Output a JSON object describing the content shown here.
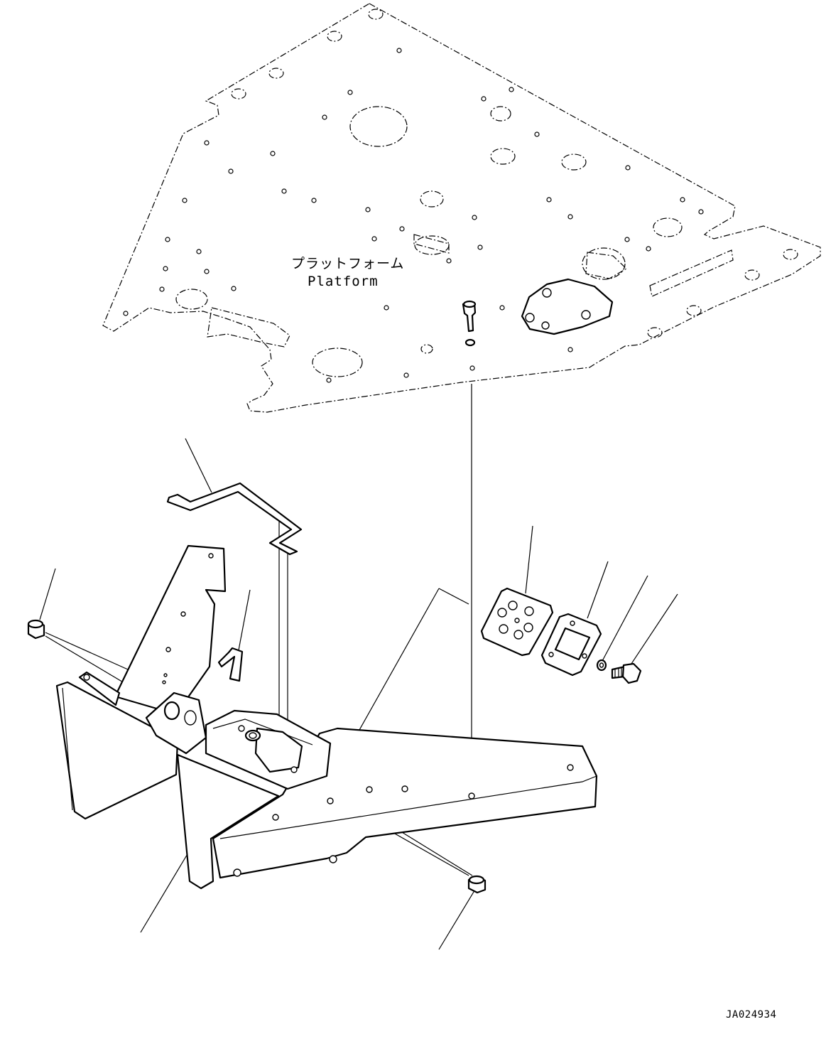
{
  "drawing": {
    "platform_label_ja": "プラットフォーム",
    "platform_label_en": "Platform",
    "drawing_code": "JA024934"
  }
}
